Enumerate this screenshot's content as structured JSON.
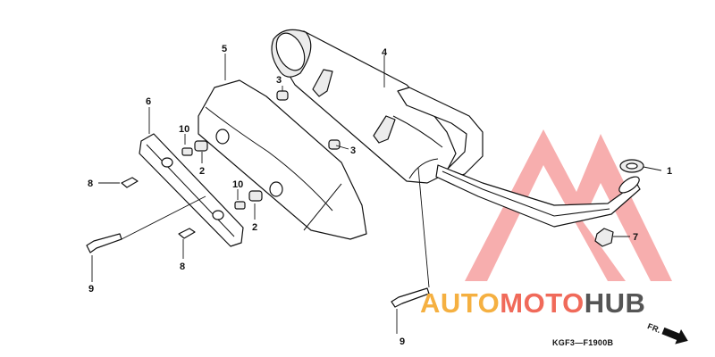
{
  "callouts": {
    "c1": "1",
    "c2a": "2",
    "c2b": "2",
    "c3a": "3",
    "c3b": "3",
    "c4": "4",
    "c5": "5",
    "c6": "6",
    "c7": "7",
    "c8a": "8",
    "c8b": "8",
    "c9a": "9",
    "c9b": "9",
    "c10a": "10",
    "c10b": "10"
  },
  "diagram_code": "KGF3—F1900B",
  "direction_label": "FR.",
  "watermark": {
    "part1": "AUTO",
    "part2": "MOTO",
    "part3": "HUB",
    "color_auto": "#f5b041",
    "color_moto": "#f06a5a",
    "color_hub": "#555555",
    "logo_color": "#f26d6d"
  }
}
